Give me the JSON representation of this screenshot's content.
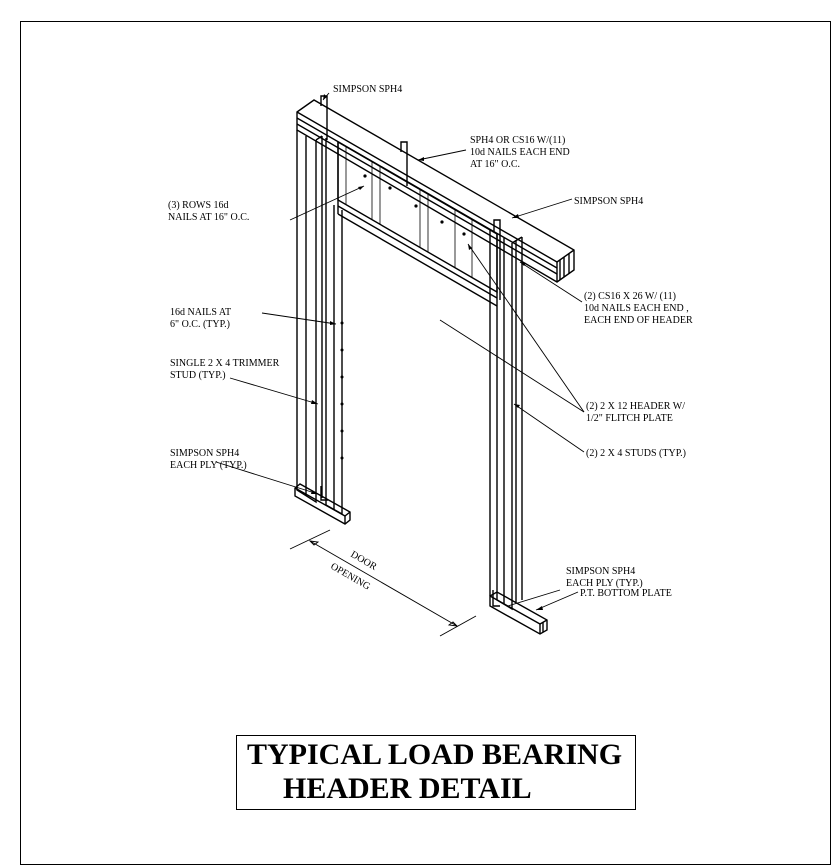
{
  "callouts": {
    "simpson_top_left": "SIMPSON SPH4",
    "sph4_cs16_l1": "SPH4 OR CS16 W/(11)",
    "sph4_cs16_l2": "10d NAILS EACH END",
    "sph4_cs16_l3": "AT 16\" O.C.",
    "simpson_top_right": "SIMPSON SPH4",
    "rows_l1": "(3) ROWS 16d",
    "rows_l2": "NAILS AT 16\" O.C.",
    "cs16_l1": "(2) CS16 X 26 W/ (11)",
    "cs16_l2": "10d NAILS EACH END ,",
    "cs16_l3": "EACH END OF HEADER",
    "nails16_l1": "16d NAILS AT",
    "nails16_l2": "6\" O.C. (TYP.)",
    "trimmer_l1": "SINGLE 2 X 4 TRIMMER",
    "trimmer_l2": "STUD (TYP.)",
    "header_l1": "(2) 2 X 12 HEADER W/",
    "header_l2": "1/2\" FLITCH PLATE",
    "studs": "(2) 2 X 4 STUDS (TYP.)",
    "simpson_ply_left_l1": "SIMPSON SPH4",
    "simpson_ply_left_l2": "EACH PLY (TYP.)",
    "simpson_ply_right_l1": "SIMPSON SPH4",
    "simpson_ply_right_l2": "EACH PLY (TYP.)",
    "bottom_plate": "P.T. BOTTOM PLATE",
    "door_l1": "DOOR",
    "door_l2": "OPENING"
  },
  "title": {
    "line1": "TYPICAL LOAD BEARING",
    "line2": "HEADER DETAIL"
  }
}
